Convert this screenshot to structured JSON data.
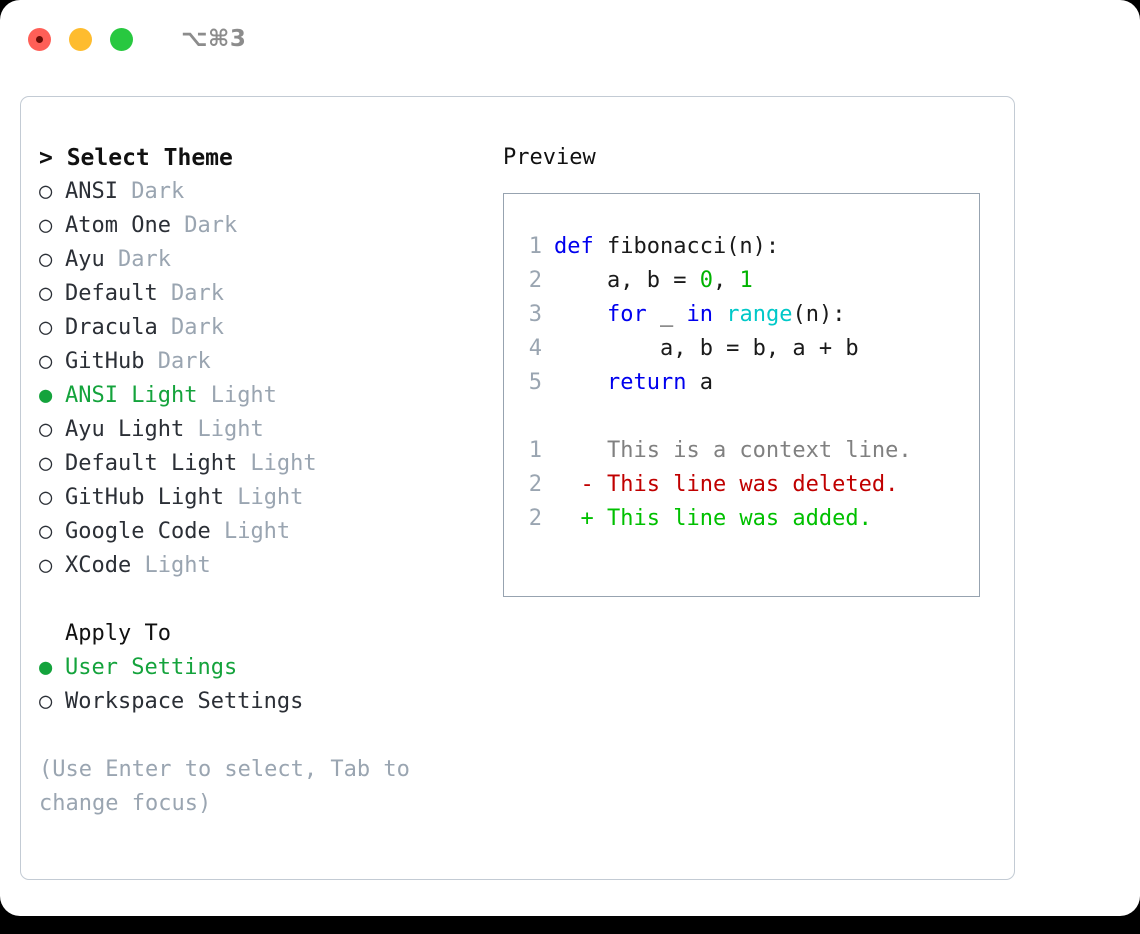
{
  "titlebar": {
    "shortcut": "⌥⌘3",
    "lights": [
      {
        "name": "close",
        "color": "#ff5f57"
      },
      {
        "name": "minimize",
        "color": "#febc2e"
      },
      {
        "name": "maximize",
        "color": "#28c840"
      }
    ]
  },
  "theme_panel": {
    "header": "> Select Theme",
    "caret": ">",
    "header_label": "Select Theme",
    "selected_marker": "●",
    "unselected_marker": "○",
    "items": [
      {
        "marker": "○",
        "name": "ANSI",
        "suffix": "Dark",
        "selected": false
      },
      {
        "marker": "○",
        "name": "Atom One",
        "suffix": "Dark",
        "selected": false
      },
      {
        "marker": "○",
        "name": "Ayu",
        "suffix": "Dark",
        "selected": false
      },
      {
        "marker": "○",
        "name": "Default",
        "suffix": "Dark",
        "selected": false
      },
      {
        "marker": "○",
        "name": "Dracula",
        "suffix": "Dark",
        "selected": false
      },
      {
        "marker": "○",
        "name": "GitHub",
        "suffix": "Dark",
        "selected": false
      },
      {
        "marker": "●",
        "name": "ANSI Light",
        "suffix": "Light",
        "selected": true
      },
      {
        "marker": "○",
        "name": "Ayu Light",
        "suffix": "Light",
        "selected": false
      },
      {
        "marker": "○",
        "name": "Default Light",
        "suffix": "Light",
        "selected": false
      },
      {
        "marker": "○",
        "name": "GitHub Light",
        "suffix": "Light",
        "selected": false
      },
      {
        "marker": "○",
        "name": "Google Code",
        "suffix": "Light",
        "selected": false
      },
      {
        "marker": "○",
        "name": "XCode",
        "suffix": "Light",
        "selected": false
      }
    ]
  },
  "apply_to": {
    "header": "Apply To",
    "items": [
      {
        "marker": "●",
        "name": "User Settings",
        "selected": true
      },
      {
        "marker": "○",
        "name": "Workspace Settings",
        "selected": false
      }
    ]
  },
  "hint": "(Use Enter to select, Tab to change focus)",
  "preview": {
    "title": "Preview",
    "code_lines": [
      {
        "number": "1",
        "tokens": [
          {
            "text": "def ",
            "type": "kw"
          },
          {
            "text": "fibonacci(n):",
            "type": "id"
          }
        ]
      },
      {
        "number": "2",
        "tokens": [
          {
            "text": "    a, b = ",
            "type": "id"
          },
          {
            "text": "0",
            "type": "num"
          },
          {
            "text": ", ",
            "type": "id"
          },
          {
            "text": "1",
            "type": "num"
          }
        ]
      },
      {
        "number": "3",
        "tokens": [
          {
            "text": "    ",
            "type": "id"
          },
          {
            "text": "for",
            "type": "kw"
          },
          {
            "text": " _ ",
            "type": "id"
          },
          {
            "text": "in",
            "type": "kw"
          },
          {
            "text": " ",
            "type": "id"
          },
          {
            "text": "range",
            "type": "fn"
          },
          {
            "text": "(n):",
            "type": "id"
          }
        ]
      },
      {
        "number": "4",
        "tokens": [
          {
            "text": "        a, b = b, a + b",
            "type": "id"
          }
        ]
      },
      {
        "number": "5",
        "tokens": [
          {
            "text": "    ",
            "type": "id"
          },
          {
            "text": "return",
            "type": "kw"
          },
          {
            "text": " a",
            "type": "id"
          }
        ]
      }
    ],
    "diff_lines": [
      {
        "number": "1",
        "sign": " ",
        "text": "This is a context line.",
        "type": "ctx"
      },
      {
        "number": "2",
        "sign": "-",
        "text": "This line was deleted.",
        "type": "del"
      },
      {
        "number": "2",
        "sign": "+",
        "text": "This line was added.",
        "type": "add"
      }
    ]
  },
  "colors": {
    "accent_green": "#14a33c",
    "muted": "#9aa5b1",
    "keyword": "#0000ee",
    "number": "#00b300",
    "builtin": "#00c8c8",
    "diff_add": "#00c000",
    "diff_del": "#c00000",
    "border": "#97a3b0"
  }
}
